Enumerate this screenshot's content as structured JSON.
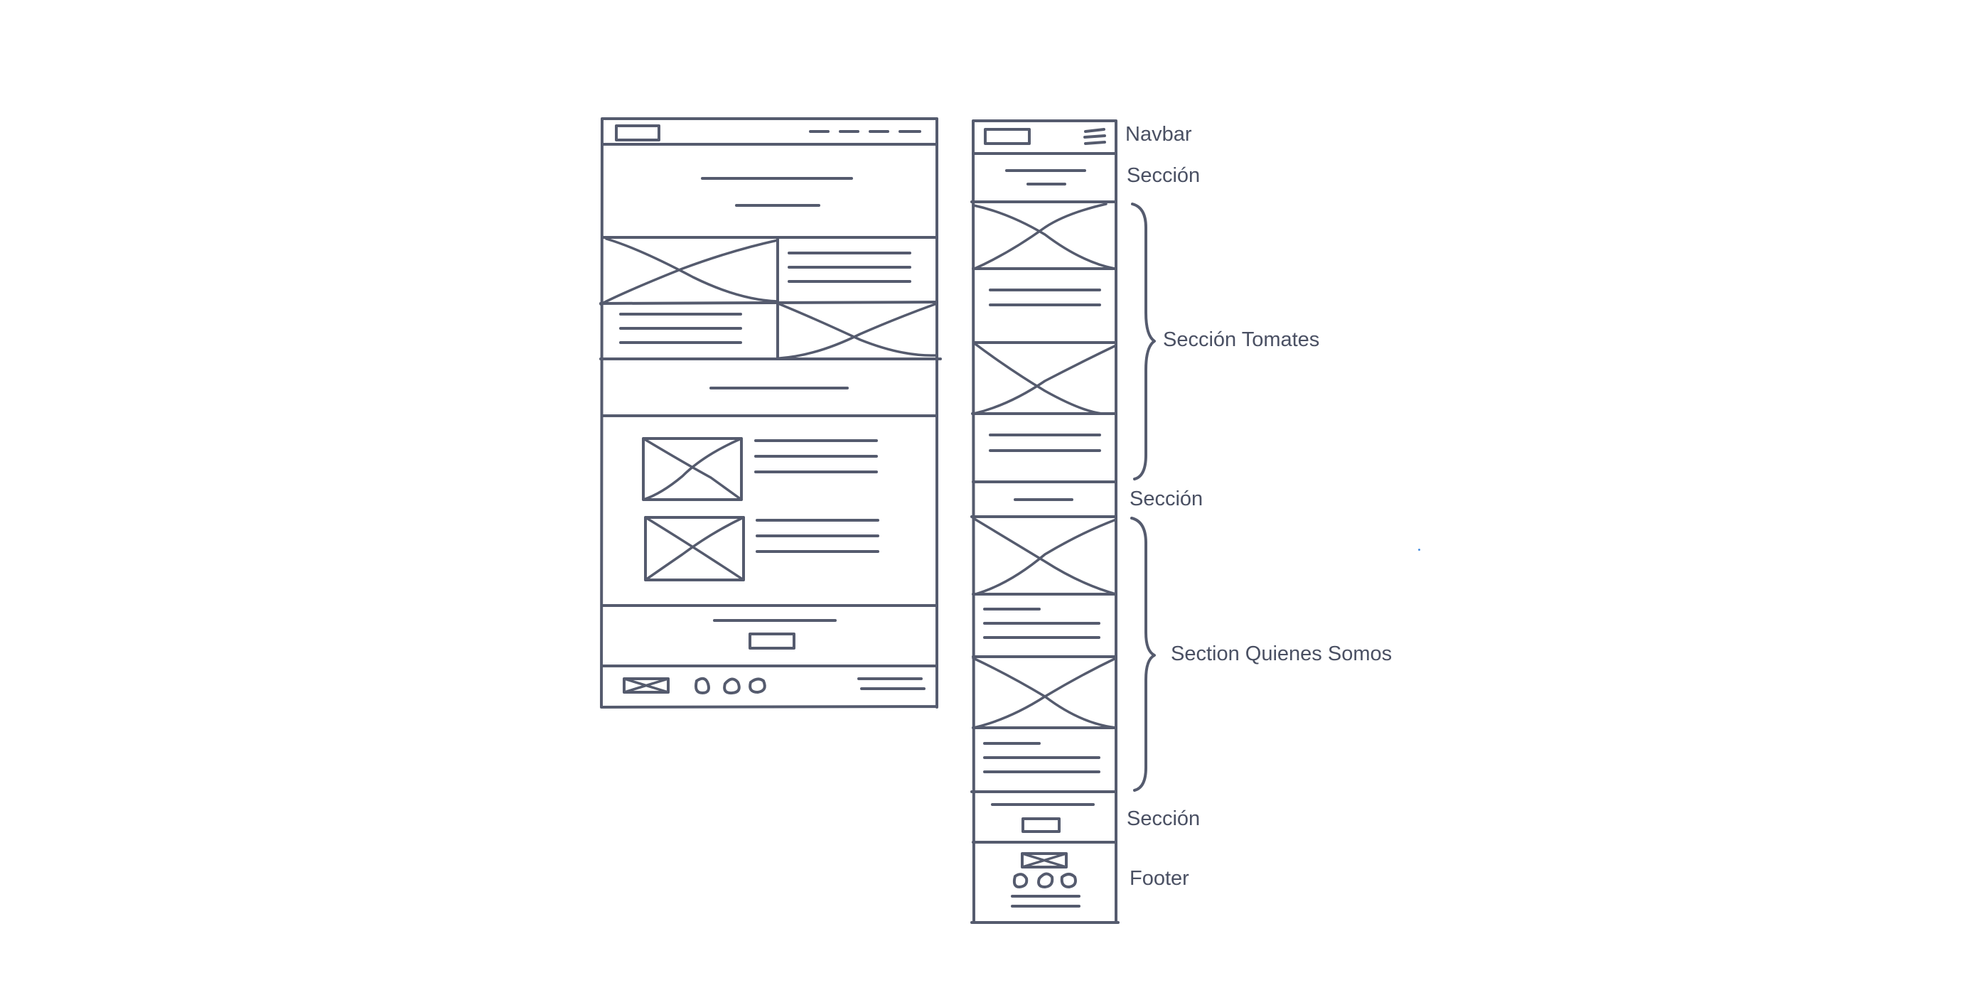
{
  "labels": {
    "navbar": "Navbar",
    "seccion_1": "Sección",
    "seccion_tomates": "Sección Tomates",
    "seccion_2": "Sección",
    "section_quienes_somos": "Section Quienes Somos",
    "seccion_3": "Sección",
    "footer": "Footer"
  },
  "colors": {
    "ink": "#555b6e",
    "text": "#4a5063",
    "accent_dot": "#4a90e2"
  }
}
